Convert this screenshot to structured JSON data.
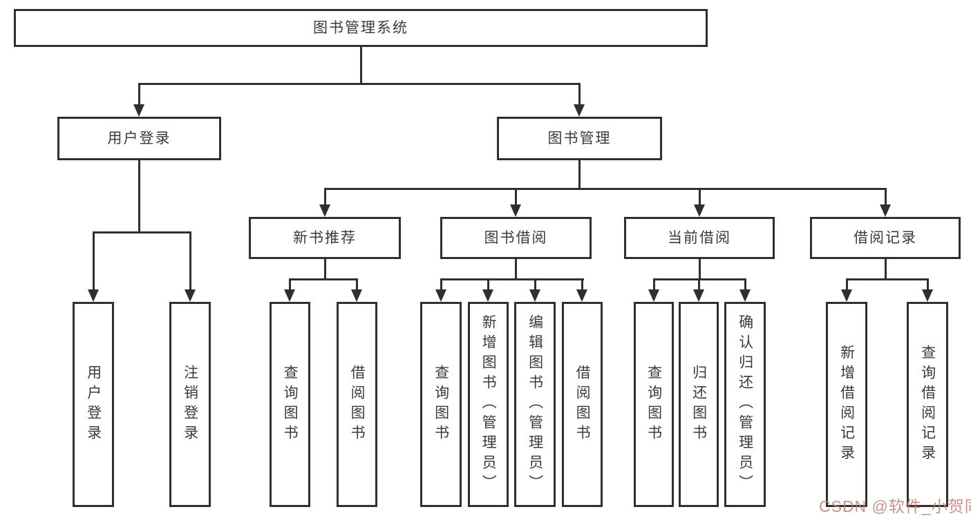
{
  "tree": {
    "root": {
      "label": "图书管理系统",
      "children": [
        {
          "label": "用户登录",
          "children": [
            {
              "label": "用户登录"
            },
            {
              "label": "注销登录"
            }
          ]
        },
        {
          "label": "图书管理",
          "children": [
            {
              "label": "新书推荐",
              "children": [
                {
                  "label": "查询图书"
                },
                {
                  "label": "借阅图书"
                }
              ]
            },
            {
              "label": "图书借阅",
              "children": [
                {
                  "label": "查询图书"
                },
                {
                  "label": "新增图书（管理员）"
                },
                {
                  "label": "编辑图书（管理员）"
                },
                {
                  "label": "借阅图书"
                }
              ]
            },
            {
              "label": "当前借阅",
              "children": [
                {
                  "label": "查询图书"
                },
                {
                  "label": "归还图书"
                },
                {
                  "label": "确认归还（管理员）"
                }
              ]
            },
            {
              "label": "借阅记录",
              "children": [
                {
                  "label": "新增借阅记录"
                },
                {
                  "label": "查询借阅记录"
                }
              ]
            }
          ]
        }
      ]
    }
  },
  "watermark": {
    "text": "CSDN @软件_小贺同学"
  },
  "colors": {
    "line": "#2f2f2f",
    "text": "#3a3a3a",
    "background": "#ffffff",
    "watermark": "#c17d73"
  }
}
